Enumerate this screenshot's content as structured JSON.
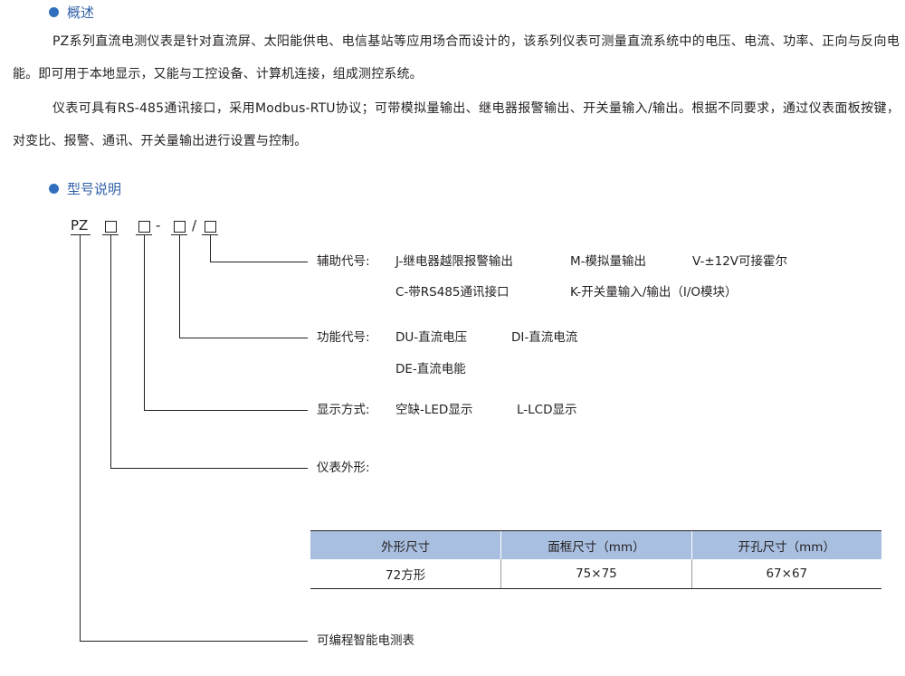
{
  "overview": {
    "title": "概述",
    "para1": "PZ系列直流电测仪表是针对直流屏、太阳能供电、电信基站等应用场合而设计的，该系列仪表可测量直流系统中的电压、电流、功率、正向与反向电能。即可用于本地显示，又能与工控设备、计算机连接，组成测控系统。",
    "para2": "仪表可具有RS-485通讯接口，采用Modbus-RTU协议；可带模拟量输出、继电器报警输出、开关量输入/输出。根据不同要求，通过仪表面板按键，对变比、报警、通讯、开关量输出进行设置与控制。"
  },
  "model_section": {
    "title": "型号说明",
    "prefix": "PZ",
    "dash": "-",
    "slash": "/",
    "aux": {
      "label": "辅助代号:",
      "j": "J-继电器越限报警输出",
      "m": "M-模拟量输出",
      "v": "V-±12V可接霍尔",
      "c": "C-带RS485通讯接口",
      "k": "K-开关量输入/输出（I/O模块）"
    },
    "func": {
      "label": "功能代号:",
      "du": "DU-直流电压",
      "di": "DI-直流电流",
      "de": "DE-直流电能"
    },
    "display": {
      "label": "显示方式:",
      "led": "空缺-LED显示",
      "lcd": "L-LCD显示"
    },
    "shape": {
      "label": "仪表外形:"
    },
    "table": {
      "headers": [
        "外形尺寸",
        "面框尺寸（mm）",
        "开孔尺寸（mm）"
      ],
      "rows": [
        [
          "72方形",
          "75×75",
          "67×67"
        ]
      ]
    },
    "base": {
      "label": "可编程智能电测表"
    }
  }
}
